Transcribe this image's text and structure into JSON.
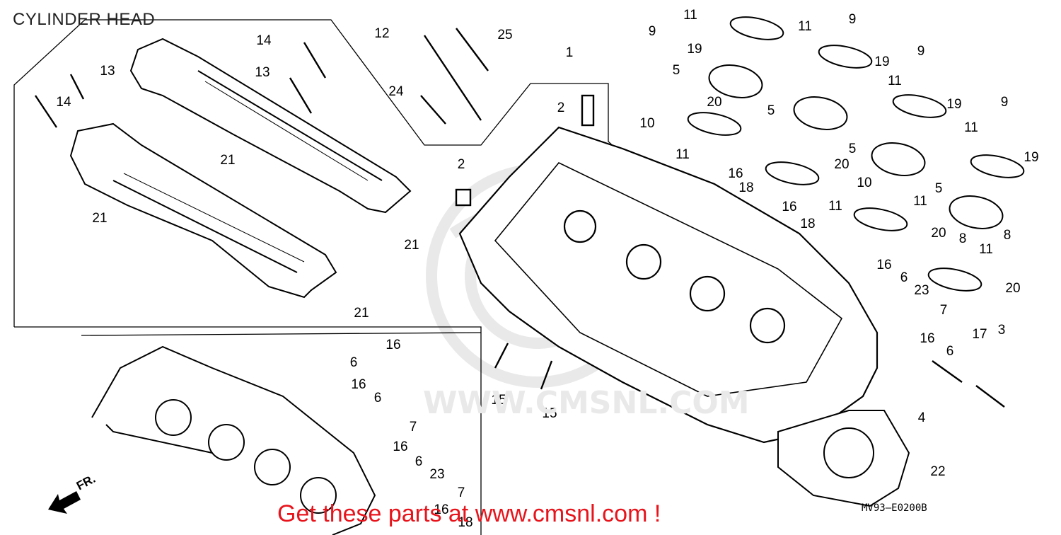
{
  "title": "CYLINDER HEAD",
  "diagram_code": "MV93—E0200B",
  "banner": "Get these parts at www.cmsnl.com !",
  "watermark": "WWW.CMSNL.COM",
  "front_marker": "FR.",
  "colors": {
    "line": "#000000",
    "banner": "#e8141c",
    "watermark": "#e9e9e9"
  },
  "callouts": [
    {
      "id": "c1",
      "text": "1"
    },
    {
      "id": "c2a",
      "text": "2"
    },
    {
      "id": "c2b",
      "text": "2"
    },
    {
      "id": "c3",
      "text": "3"
    },
    {
      "id": "c4",
      "text": "4"
    },
    {
      "id": "c5a",
      "text": "5"
    },
    {
      "id": "c5b",
      "text": "5"
    },
    {
      "id": "c5c",
      "text": "5"
    },
    {
      "id": "c5d",
      "text": "5"
    },
    {
      "id": "c6a",
      "text": "6"
    },
    {
      "id": "c6b",
      "text": "6"
    },
    {
      "id": "c6c",
      "text": "6"
    },
    {
      "id": "c6d",
      "text": "6"
    },
    {
      "id": "c6e",
      "text": "6"
    },
    {
      "id": "c7a",
      "text": "7"
    },
    {
      "id": "c7b",
      "text": "7"
    },
    {
      "id": "c7c",
      "text": "7"
    },
    {
      "id": "c8a",
      "text": "8"
    },
    {
      "id": "c8b",
      "text": "8"
    },
    {
      "id": "c9a",
      "text": "9"
    },
    {
      "id": "c9b",
      "text": "9"
    },
    {
      "id": "c9c",
      "text": "9"
    },
    {
      "id": "c9d",
      "text": "9"
    },
    {
      "id": "c10a",
      "text": "10"
    },
    {
      "id": "c10b",
      "text": "10"
    },
    {
      "id": "c11a",
      "text": "11"
    },
    {
      "id": "c11b",
      "text": "11"
    },
    {
      "id": "c11c",
      "text": "11"
    },
    {
      "id": "c11d",
      "text": "11"
    },
    {
      "id": "c11e",
      "text": "11"
    },
    {
      "id": "c11f",
      "text": "11"
    },
    {
      "id": "c11g",
      "text": "11"
    },
    {
      "id": "c11h",
      "text": "11"
    },
    {
      "id": "c12",
      "text": "12"
    },
    {
      "id": "c13a",
      "text": "13"
    },
    {
      "id": "c13b",
      "text": "13"
    },
    {
      "id": "c14a",
      "text": "14"
    },
    {
      "id": "c14b",
      "text": "14"
    },
    {
      "id": "c15a",
      "text": "15"
    },
    {
      "id": "c15b",
      "text": "15"
    },
    {
      "id": "c16a",
      "text": "16"
    },
    {
      "id": "c16b",
      "text": "16"
    },
    {
      "id": "c16c",
      "text": "16"
    },
    {
      "id": "c16d",
      "text": "16"
    },
    {
      "id": "c16e",
      "text": "16"
    },
    {
      "id": "c16f",
      "text": "16"
    },
    {
      "id": "c16g",
      "text": "16"
    },
    {
      "id": "c16h",
      "text": "16"
    },
    {
      "id": "c16i",
      "text": "16"
    },
    {
      "id": "c17",
      "text": "17"
    },
    {
      "id": "c18a",
      "text": "18"
    },
    {
      "id": "c18b",
      "text": "18"
    },
    {
      "id": "c18c",
      "text": "18"
    },
    {
      "id": "c19a",
      "text": "19"
    },
    {
      "id": "c19b",
      "text": "19"
    },
    {
      "id": "c19c",
      "text": "19"
    },
    {
      "id": "c19d",
      "text": "19"
    },
    {
      "id": "c20a",
      "text": "20"
    },
    {
      "id": "c20b",
      "text": "20"
    },
    {
      "id": "c20c",
      "text": "20"
    },
    {
      "id": "c20d",
      "text": "20"
    },
    {
      "id": "c21a",
      "text": "21"
    },
    {
      "id": "c21b",
      "text": "21"
    },
    {
      "id": "c21c",
      "text": "21"
    },
    {
      "id": "c21d",
      "text": "21"
    },
    {
      "id": "c22",
      "text": "22"
    },
    {
      "id": "c23a",
      "text": "23"
    },
    {
      "id": "c23b",
      "text": "23"
    },
    {
      "id": "c24",
      "text": "24"
    },
    {
      "id": "c25",
      "text": "25"
    }
  ]
}
